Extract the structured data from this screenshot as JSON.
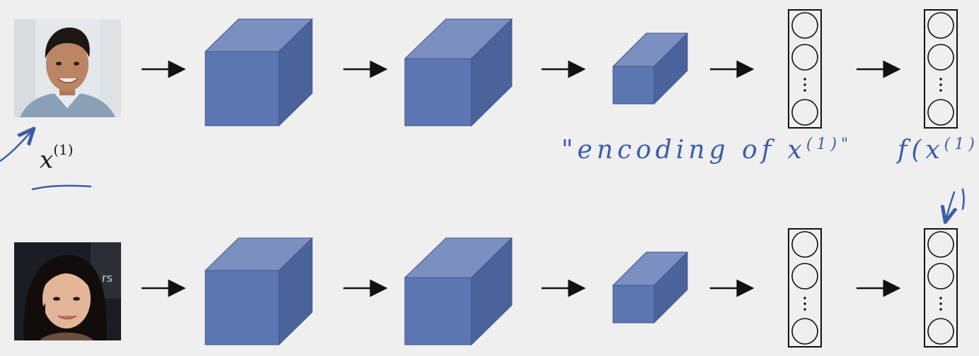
{
  "input_label": {
    "var": "x",
    "sup": "(1)"
  },
  "annotations": {
    "encoding_text": "\"encoding of x",
    "encoding_sup": "(1)\"",
    "function_text": "f(x",
    "function_sup": "(1)"
  },
  "colors": {
    "cube_front": "#5b76b1",
    "cube_top": "#7b8fc1",
    "cube_side": "#4b639b",
    "ink_blue": "#3b5da8",
    "arrow": "#111111"
  },
  "icons": {
    "arrow": "right-arrow-icon",
    "vector_dots": "vertical-ellipsis-icon"
  },
  "photos": [
    "face-photo-male",
    "face-photo-female"
  ]
}
